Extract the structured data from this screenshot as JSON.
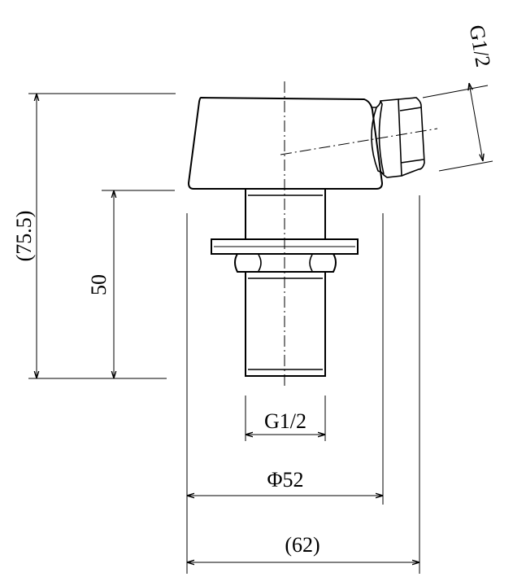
{
  "dimensions": {
    "height_total": "(75.5)",
    "height_thread": "50",
    "bottom_thread": "G1/2",
    "outlet_thread": "G1/2",
    "body_diameter": "Φ52",
    "overall_width": "(62)"
  }
}
